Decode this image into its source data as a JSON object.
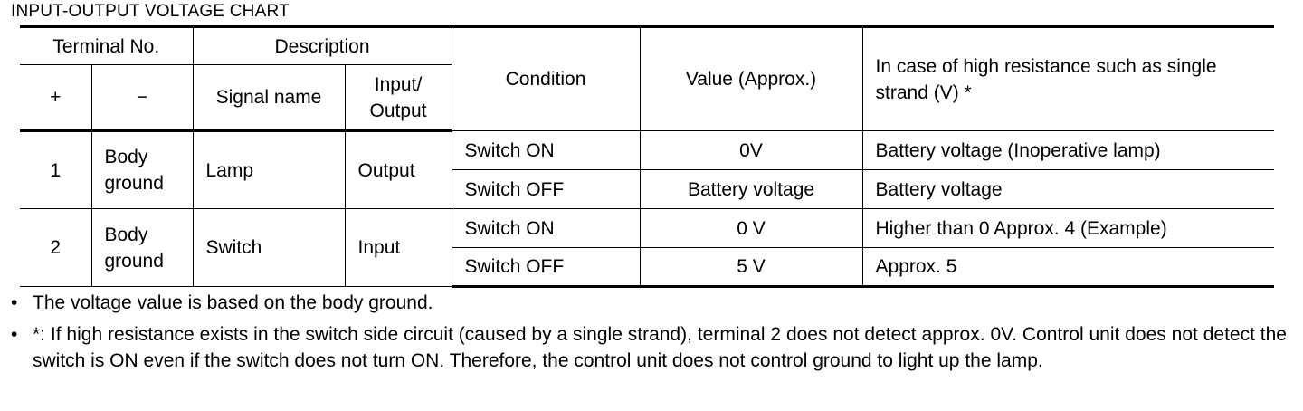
{
  "title": "INPUT-OUTPUT VOLTAGE CHART",
  "header": {
    "terminal_no": "Terminal No.",
    "description": "Description",
    "condition": "Condition",
    "value": "Value (Approx.)",
    "high_resistance": "In case of high resistance such as single strand (V) *",
    "plus": "+",
    "minus": "−",
    "signal_name": "Signal name",
    "input_output": "Input/ Output"
  },
  "rows": [
    {
      "terminal_plus": "1",
      "terminal_minus": "Body ground",
      "signal_name": "Lamp",
      "io": "Output",
      "cases": [
        {
          "condition": "Switch ON",
          "value": "0V",
          "high_resistance": "Battery voltage (Inoperative lamp)"
        },
        {
          "condition": "Switch OFF",
          "value": "Battery voltage",
          "high_resistance": "Battery voltage"
        }
      ]
    },
    {
      "terminal_plus": "2",
      "terminal_minus": "Body ground",
      "signal_name": "Switch",
      "io": "Input",
      "cases": [
        {
          "condition": "Switch ON",
          "value": "0 V",
          "high_resistance": "Higher than 0 Approx. 4 (Example)"
        },
        {
          "condition": "Switch OFF",
          "value": "5 V",
          "high_resistance": "Approx. 5"
        }
      ]
    }
  ],
  "notes": {
    "bullet": "•",
    "items": [
      "The voltage value is based on the body ground.",
      "*: If high resistance exists in the switch side circuit (caused by a single strand), terminal 2 does not detect approx. 0V. Control unit does not detect the switch is ON even if the switch does not turn ON. Therefore, the control unit does not control ground to light up the lamp."
    ]
  }
}
